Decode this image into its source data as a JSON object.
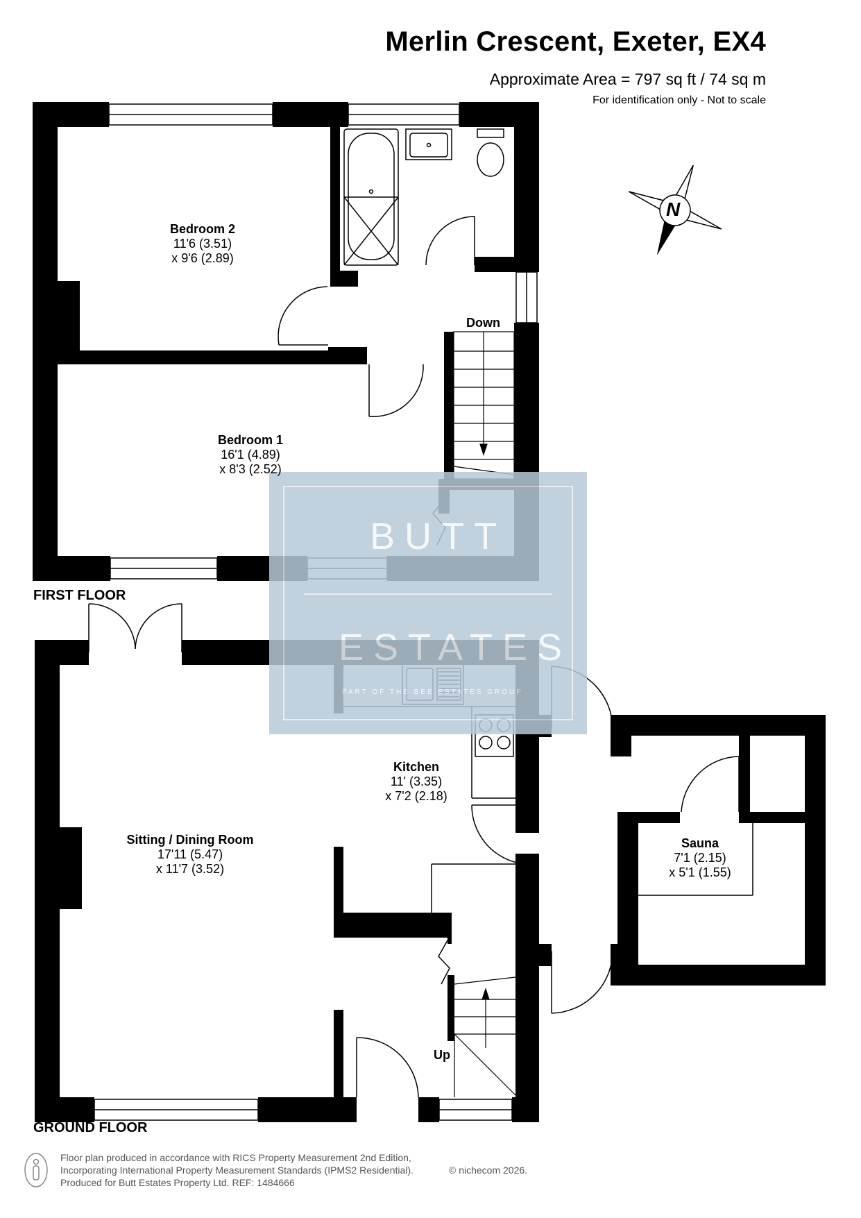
{
  "header": {
    "title": "Merlin Crescent, Exeter, EX4",
    "area": "Approximate Area = 797 sq ft / 74 sq m",
    "note": "For identification only - Not to scale"
  },
  "floors": {
    "first": "FIRST FLOOR",
    "ground": "GROUND FLOOR"
  },
  "rooms": {
    "bedroom2": {
      "name": "Bedroom 2",
      "dim1": "11'6 (3.51)",
      "dim2": "x 9'6 (2.89)"
    },
    "bedroom1": {
      "name": "Bedroom 1",
      "dim1": "16'1 (4.89)",
      "dim2": "x 8'3 (2.52)"
    },
    "kitchen": {
      "name": "Kitchen",
      "dim1": "11' (3.35)",
      "dim2": "x 7'2 (2.18)"
    },
    "sitting": {
      "name": "Sitting / Dining Room",
      "dim1": "17'11 (5.47)",
      "dim2": "x 11'7 (3.52)"
    },
    "sauna": {
      "name": "Sauna",
      "dim1": "7'1 (2.15)",
      "dim2": "x 5'1 (1.55)"
    }
  },
  "stairs": {
    "down": "Down",
    "up": "Up"
  },
  "compass": {
    "letter": "N"
  },
  "watermark": {
    "line1": "BUTT",
    "line2": "ESTATES",
    "tagline": "PART OF THE BEE ESTATES GROUP"
  },
  "footer": {
    "line1": "Floor plan produced in accordance with RICS Property Measurement 2nd Edition,",
    "line2": "Incorporating International Property Measurement Standards (IPMS2 Residential).",
    "line3": "Produced for Butt Estates Property Ltd.   REF: 1484666",
    "copyright": "© nichecom 2026."
  },
  "colors": {
    "wall": "#000000",
    "watermark": "#b7c9d9",
    "text": "#000000",
    "footer_text": "#555555"
  }
}
